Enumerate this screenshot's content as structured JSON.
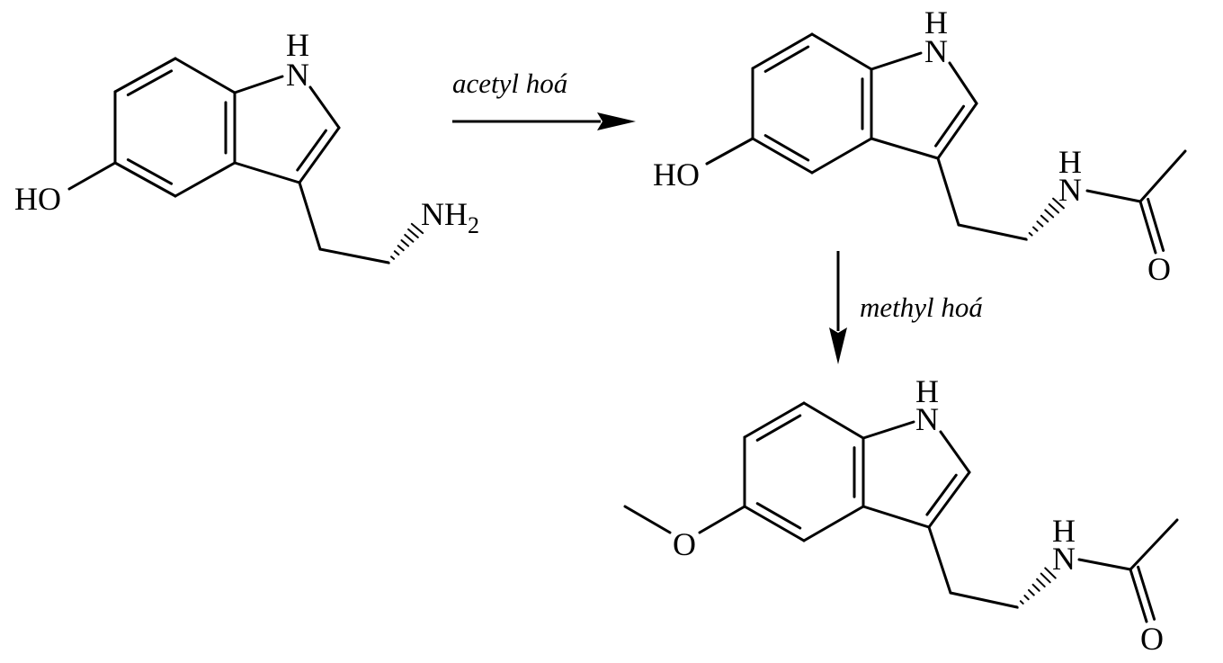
{
  "reaction": {
    "step1_label": "acetyl hoá",
    "step2_label": "methyl hoá"
  },
  "molecule1": {
    "ring_nh_h": "H",
    "ring_nh_n": "N",
    "hydroxyl": "HO",
    "amine": "NH",
    "amine_subscript": "2"
  },
  "molecule2": {
    "ring_nh_h": "H",
    "ring_nh_n": "N",
    "hydroxyl": "HO",
    "amide_h": "H",
    "amide_n": "N",
    "carbonyl_o": "O"
  },
  "molecule3": {
    "ring_nh_h": "H",
    "ring_nh_n": "N",
    "methoxy_o": "O",
    "amide_h": "H",
    "amide_n": "N",
    "carbonyl_o": "O"
  },
  "colors": {
    "ink": "#000000",
    "background": "#ffffff"
  }
}
